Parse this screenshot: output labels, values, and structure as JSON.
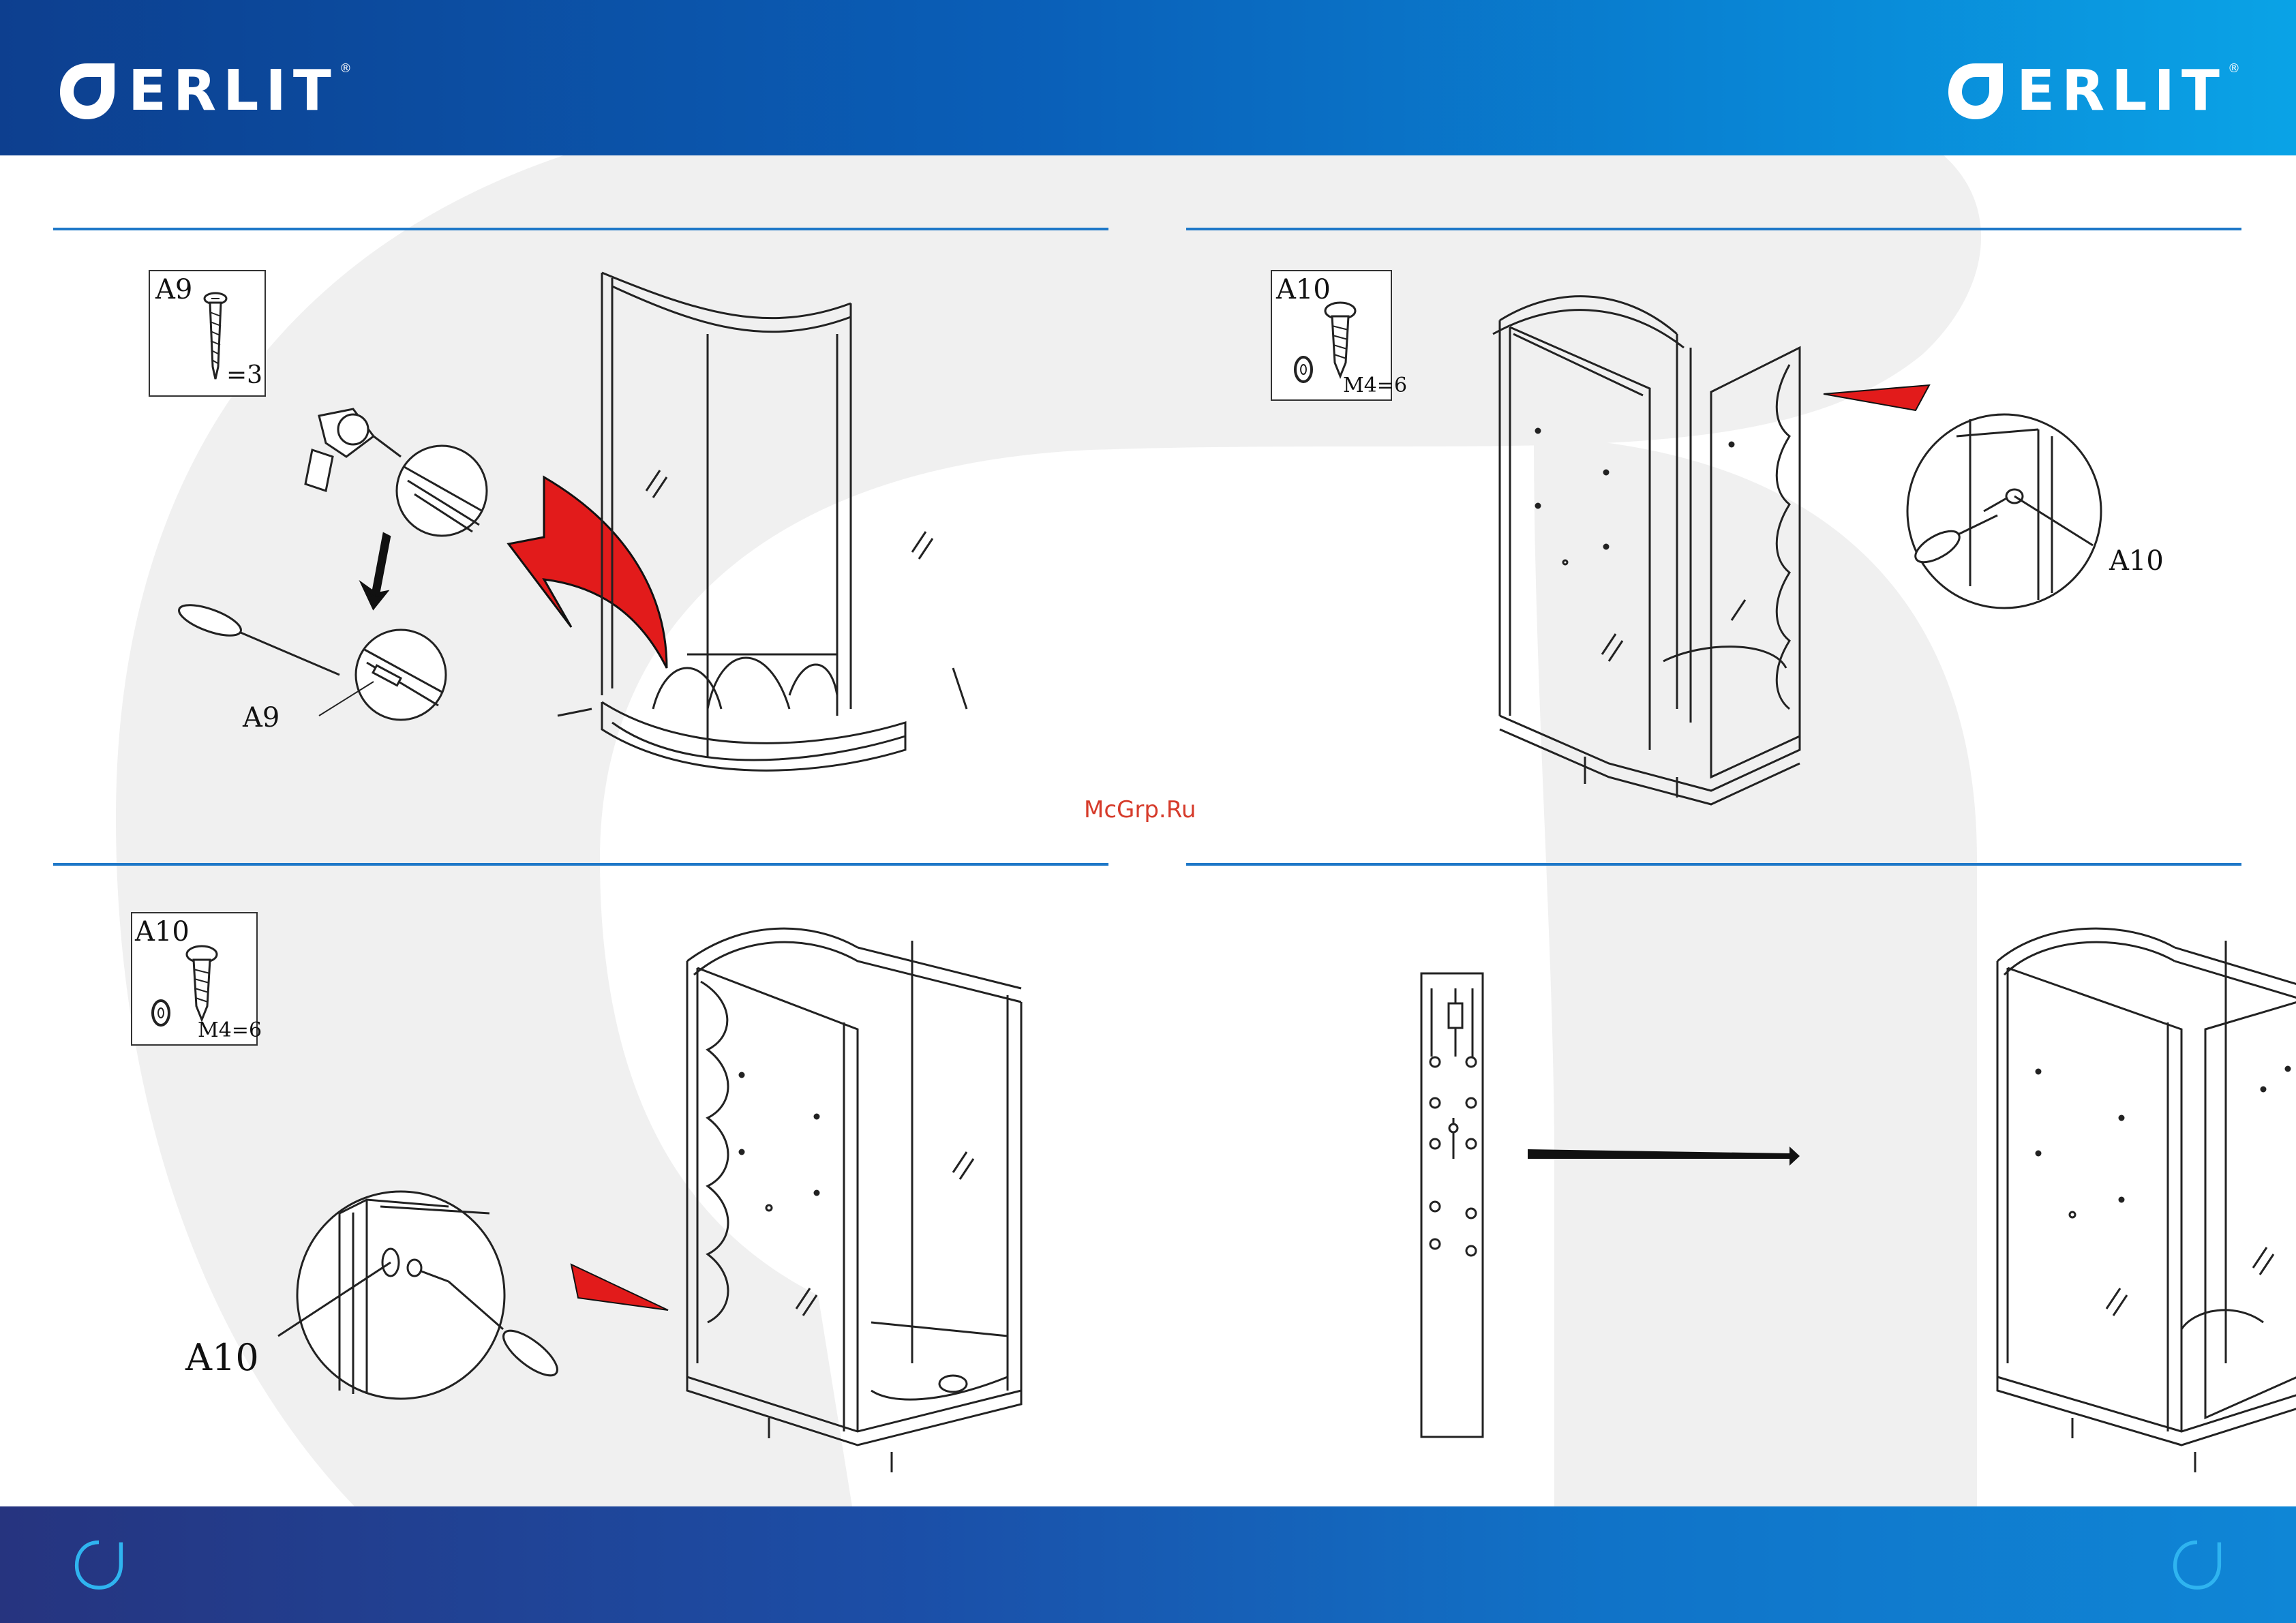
{
  "brand": {
    "name": "ERLIT",
    "registered": "®",
    "color_header": "#0a5fb8",
    "color_footer": "#1b4fa8",
    "color_rule": "#1e78c8",
    "color_arrow": "#e21b1b"
  },
  "watermark_text": "McGrp.Ru",
  "steps": [
    {
      "part": "A9",
      "qty": "=3",
      "callout": "A9"
    },
    {
      "part": "A10",
      "qty": "M4=6",
      "callout": "A10"
    },
    {
      "part": "A10",
      "qty": "M4=6",
      "callout": "A10"
    },
    {
      "part": "",
      "qty": "",
      "callout": ""
    }
  ]
}
